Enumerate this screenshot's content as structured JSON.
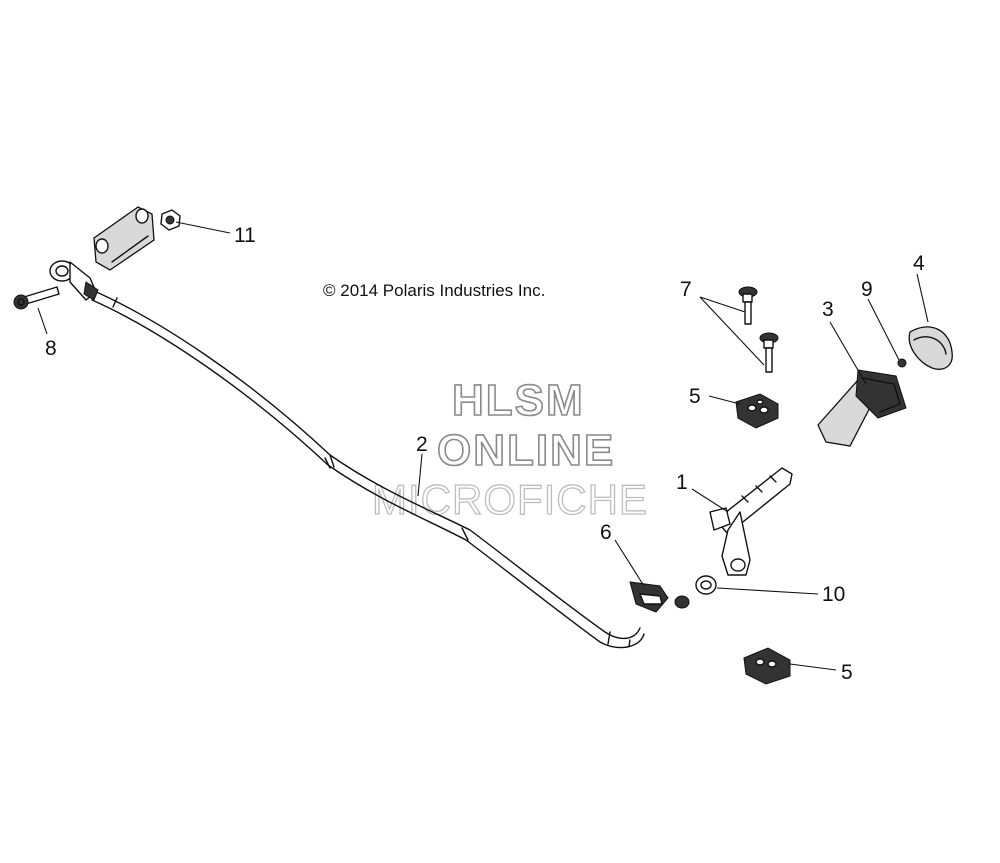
{
  "copyright": "© 2014 Polaris Industries Inc.",
  "watermark": [
    "HLSM",
    "ONLINE",
    "MICROFICHE"
  ],
  "callouts": {
    "c1": "1",
    "c2": "2",
    "c3": "3",
    "c4": "4",
    "c5a": "5",
    "c5b": "5",
    "c6": "6",
    "c7": "7",
    "c8": "8",
    "c9": "9",
    "c10": "10",
    "c11": "11"
  }
}
